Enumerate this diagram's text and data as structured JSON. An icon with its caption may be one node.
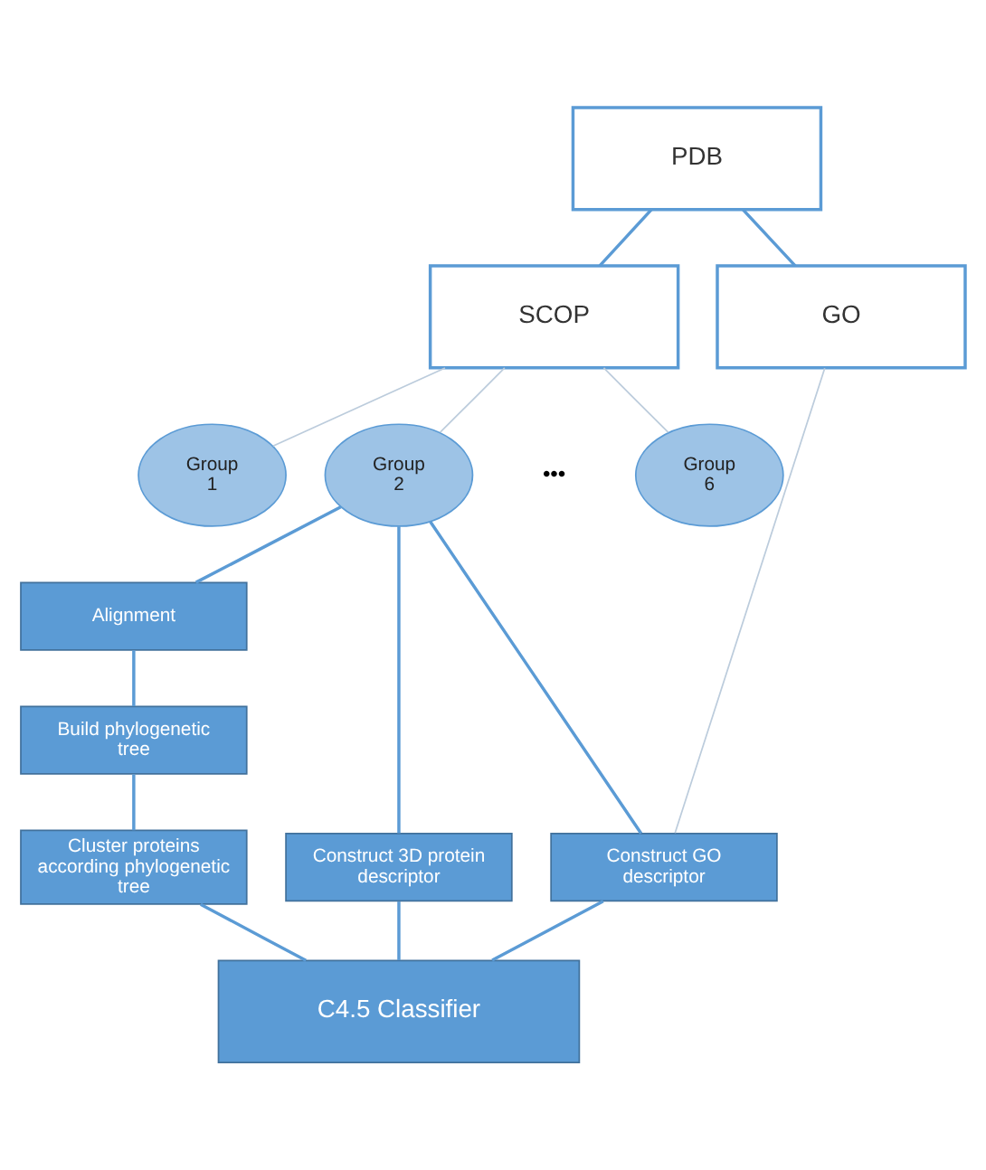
{
  "diagram": {
    "nodes": [
      {
        "text": [
          "PDB"
        ]
      },
      {
        "text": [
          "SCOP"
        ]
      },
      {
        "text": [
          "GO"
        ]
      },
      {
        "text": [
          "Group 1"
        ]
      },
      {
        "text": [
          "Group 2"
        ]
      },
      {
        "text": [
          "Group 6"
        ]
      },
      {
        "text": [
          "Alignment"
        ]
      },
      {
        "text": [
          "Build phylogenetic tree"
        ]
      },
      {
        "text": [
          "Cluster proteins according phylogenetic tree"
        ]
      },
      {
        "text": [
          "Construct 3D protein descriptor"
        ]
      },
      {
        "text": [
          "Construct GO descriptor"
        ]
      },
      {
        "text": [
          "C4.5 Classifier"
        ]
      }
    ],
    "edges": [
      {
        "from": 0,
        "to": 1,
        "arrow": "none"
      },
      {
        "from": 0,
        "to": 2,
        "arrow": "none"
      },
      {
        "from": 1,
        "to": 3,
        "arrow": "none",
        "color": "#bcccdc"
      },
      {
        "from": 1,
        "to": 4,
        "arrow": "none",
        "color": "#bcccdc"
      },
      {
        "from": 1,
        "to": 5,
        "arrow": "none",
        "color": "#bcccdc"
      },
      {
        "from": 4,
        "to": 6,
        "arrow": "none"
      },
      {
        "from": 4,
        "to": 9,
        "arrow": "none"
      },
      {
        "from": 4,
        "to": 10,
        "arrow": "none"
      },
      {
        "from": 2,
        "to": 10,
        "arrow": "none",
        "color": "#bcccdc"
      },
      {
        "from": 6,
        "to": 7,
        "arrow": "none"
      },
      {
        "from": 7,
        "to": 8,
        "arrow": "none"
      },
      {
        "from": 8,
        "to": 11,
        "arrow": "none"
      },
      {
        "from": 9,
        "to": 11,
        "arrow": "none"
      },
      {
        "from": 10,
        "to": 11,
        "arrow": "none"
      }
    ],
    "labels": [
      "•••"
    ]
  }
}
